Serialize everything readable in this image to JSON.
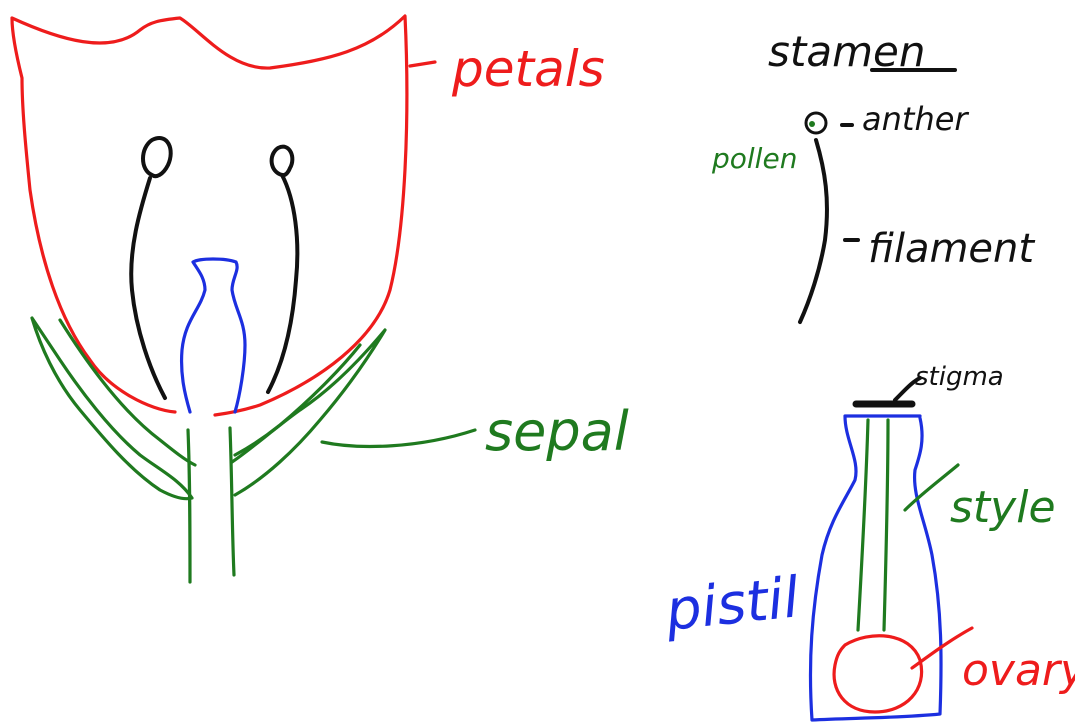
{
  "labels": {
    "petals": "petals",
    "stamen": "stamen",
    "anther": "anther",
    "pollen": "pollen",
    "filament": "filament",
    "sepal": "sepal",
    "stigma": "stigma",
    "style": "style",
    "pistil": "pistil",
    "ovary": "ovary"
  },
  "colors": {
    "petals": "#ee1c1c",
    "sepal": "#1f7a1f",
    "stamen": "#111111",
    "pistil": "#1c2fe0",
    "style": "#1f7a1f",
    "ovary": "#ee1c1c",
    "pollen": "#1f7a1f"
  }
}
